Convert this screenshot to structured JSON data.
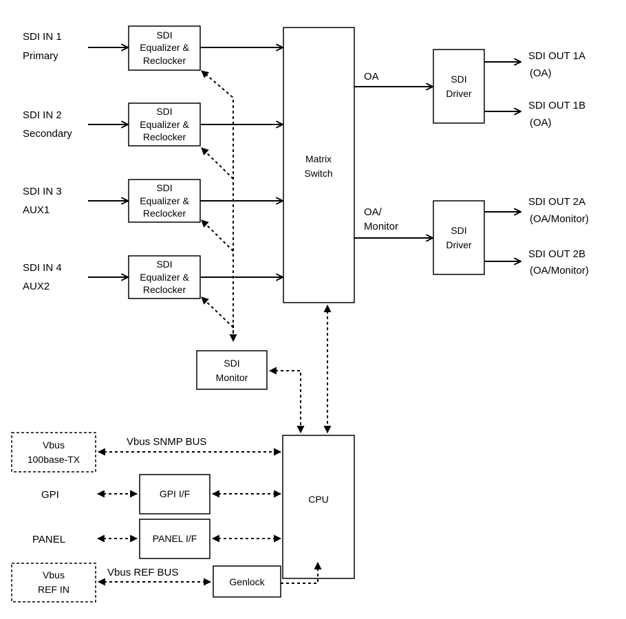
{
  "inputs": [
    {
      "line1": "SDI IN 1",
      "line2": "Primary"
    },
    {
      "line1": "SDI IN 2",
      "line2": "Secondary"
    },
    {
      "line1": "SDI IN 3",
      "line2": "AUX1"
    },
    {
      "line1": "SDI IN 4",
      "line2": "AUX2"
    }
  ],
  "equalizer": {
    "line1": "SDI",
    "line2": "Equalizer &",
    "line3": "Reclocker"
  },
  "matrix": {
    "line1": "Matrix",
    "line2": "Switch"
  },
  "oa_label": "OA",
  "oa_monitor_label": {
    "line1": "OA/",
    "line2": "Monitor"
  },
  "driver": {
    "line1": "SDI",
    "line2": "Driver"
  },
  "outputs": [
    {
      "line1": "SDI OUT 1A",
      "line2": "(OA)"
    },
    {
      "line1": "SDI OUT 1B",
      "line2": "(OA)"
    },
    {
      "line1": "SDI OUT 2A",
      "line2": "(OA/Monitor)"
    },
    {
      "line1": "SDI OUT 2B",
      "line2": "(OA/Monitor)"
    }
  ],
  "sdi_monitor": {
    "line1": "SDI",
    "line2": "Monitor"
  },
  "vbus_100base": {
    "line1": "Vbus",
    "line2": "100base-TX"
  },
  "vbus_snmp_bus": "Vbus SNMP BUS",
  "gpi": {
    "label": "GPI",
    "block": "GPI I/F"
  },
  "panel": {
    "label": "PANEL",
    "block": "PANEL I/F"
  },
  "cpu": "CPU",
  "vbus_ref_in": {
    "line1": "Vbus",
    "line2": "REF IN"
  },
  "vbus_ref_bus": "Vbus REF BUS",
  "genlock": "Genlock"
}
